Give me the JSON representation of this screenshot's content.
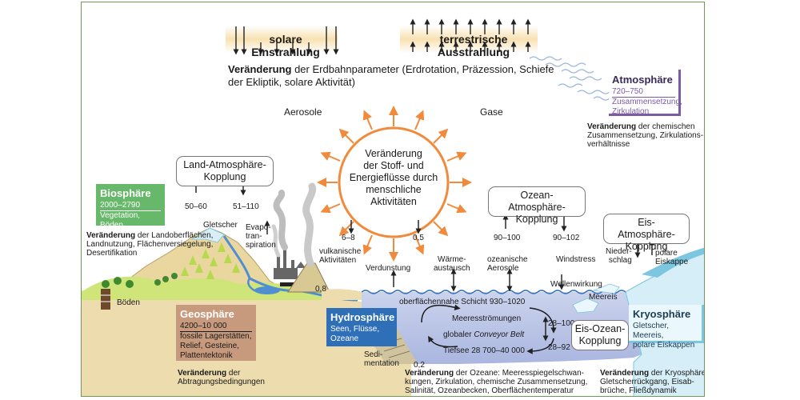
{
  "top": {
    "solar_label": "solare Einstrahlung",
    "terrestrial_label": "terrestrische Ausstrahlung",
    "orbit_bold": "Veränderung",
    "orbit_text_1": " der Erdbahnparameter (Erdrotation, Präzession, Schiefe",
    "orbit_text_2": "der Ekliptik, solare Aktivität)",
    "aerosole": "Aerosole",
    "gase": "Gase"
  },
  "atmosphere": {
    "name": "Atmosphäre",
    "number": "720–750",
    "desc_1": "Zusammensetzung,",
    "desc_2": "Zirkulation",
    "change_bold": "Veränderung",
    "change_1": " der chemischen",
    "change_2": "Zusammensetzung, Zirkulations-",
    "change_3": "verhältnisse",
    "color": "#7b5aa6"
  },
  "center": {
    "line1": "Veränderung",
    "line2": "der Stoff- und",
    "line3": "Energieflüsse durch",
    "line4": "menschliche",
    "line5": "Aktivitäten",
    "val_left": "6–8",
    "val_right": "0,5",
    "color": "#f08a3c"
  },
  "land_atm": {
    "line1": "Land-Atmosphäre-",
    "line2": "Kopplung",
    "val_left": "50–60",
    "val_right": "51–110"
  },
  "ocean_atm": {
    "line1": "Ozean-Atmosphäre-",
    "line2": "Kopplung",
    "val_left": "90–100",
    "val_right": "90–102"
  },
  "ice_atm": {
    "line1": "Eis-Atmosphäre-",
    "line2": "Kopplung",
    "left_1": "Nieder-",
    "left_2": "schlag",
    "right_1": "polare",
    "right_2": "Eiskappe"
  },
  "ice_ocean": {
    "line1": "Eis-Ozean-",
    "line2": "Kopplung"
  },
  "biosphere": {
    "name": "Biosphäre",
    "number": "2000–2790",
    "desc": "Vegetation, Böden",
    "color": "#67b86a"
  },
  "land_change": {
    "bold": "Veränderung",
    "text_1": " der Landoberflächen,",
    "text_2": "Landnutzung, Flächenversiegelung,",
    "text_3": "Desertifikation"
  },
  "land_labels": {
    "gletscher": "Gletscher",
    "evapo_1": "Evapo-",
    "evapo_2": "tran-",
    "evapo_3": "spiration",
    "volcano_1": "vulkanische",
    "volcano_2": "Aktivitäten",
    "boeden": "Böden",
    "val_08": "0,8"
  },
  "geosphere": {
    "name": "Geosphäre",
    "number": "4200–10 000",
    "desc_1": "fossile Lagerstätten,",
    "desc_2": "Relief, Gesteine,",
    "desc_3": "Plattentektonik",
    "change_bold": "Veränderung",
    "change_1": " der",
    "change_2": "Abtragungsbedingungen",
    "color": "#c79a7d"
  },
  "hydrosphere": {
    "name": "Hydrosphäre",
    "desc_1": "Seen, Flüsse,",
    "desc_2": "Ozeane",
    "color": "#2f6fb8"
  },
  "ocean_labels": {
    "verdunstung": "Verdunstung",
    "waerme_1": "Wärme-",
    "waerme_2": "austausch",
    "aerosole_1": "ozeanische",
    "aerosole_2": "Aerosole",
    "windstress": "Windstress",
    "wellen": "Wellenwirkung",
    "surface_layer": "oberflächennahe Schicht  930–1020",
    "currents": "Meeresströmungen",
    "conveyor_prefix": "globaler ",
    "conveyor_italic": "Conveyor Belt",
    "deep_sea": "Tiefsee  28 700–40 000",
    "val_28_100": "28–100",
    "val_28_92": "28–92",
    "sed_1": "Sedi-",
    "sed_2": "mentation",
    "val_02": "0,2",
    "meereis": "Meereis"
  },
  "ocean_change": {
    "bold": "Veränderung",
    "text_1": " der Ozeane: Meeresspiegelschwan-",
    "text_2": "kungen, Zirkulation, chemische Zusammensetzung,",
    "text_3": "Salinität, Ozeanbecken, Oberflächentemperatur"
  },
  "cryosphere": {
    "name": "Kryosphäre",
    "desc_1": "Gletscher, Meereis,",
    "desc_2": "polare Eiskappen",
    "change_bold": "Veränderung",
    "change_1": " der Kryosphäre:",
    "change_2": "Gletscherrückgang, Eisab-",
    "change_3": "brüche, Fließdynamik",
    "color": "#7cc6e0"
  }
}
